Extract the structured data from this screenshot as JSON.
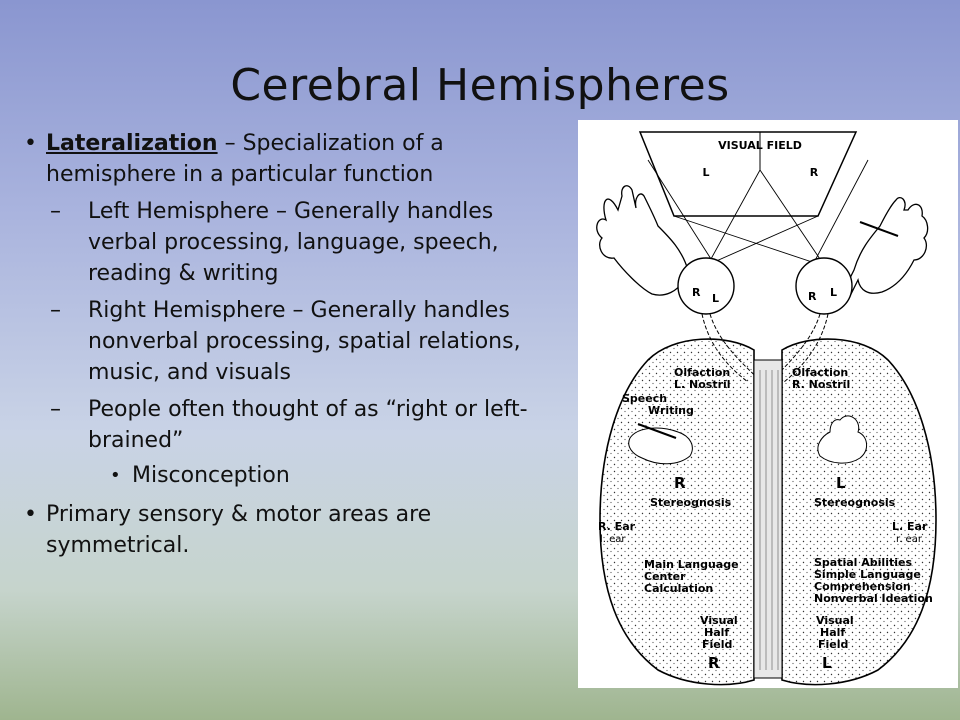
{
  "slide": {
    "title": "Cerebral Hemispheres",
    "bullets": {
      "b1_term": "Lateralization",
      "b1_rest": " – Specialization of a hemisphere in a particular function",
      "sub1": "Left Hemisphere – Generally handles verbal processing, language, speech, reading & writing",
      "sub2": "Right Hemisphere – Generally handles nonverbal processing, spatial relations, music, and visuals",
      "sub3": "People often thought of as “right or left-brained”",
      "subsub1": "Misconception",
      "b2": " Primary sensory & motor areas are symmetrical."
    },
    "dash": "–"
  },
  "figure": {
    "visual_field": "VISUAL FIELD",
    "vf_left": "L",
    "vf_right": "R",
    "eye_left_r": "R",
    "eye_left_l": "L",
    "eye_right_r": "R",
    "eye_right_l": "L",
    "olfaction_left": "Olfaction",
    "nostril_left": "L. Nostril",
    "olfaction_right": "Olfaction",
    "nostril_right": "R. Nostril",
    "speech": "Speech",
    "writing": "Writing",
    "big_r": "R",
    "big_l": "L",
    "stereo_left": "Stereognosis",
    "stereo_right": "Stereognosis",
    "ear_left_big": "R. Ear",
    "ear_left_small": "l. ear",
    "ear_right_big": "L. Ear",
    "ear_right_small": "r. ear",
    "lang1": "Main Language",
    "lang2": "Center",
    "lang3": "Calculation",
    "spat1": "Spatial Abilities",
    "spat2": "Simple Language",
    "spat3": "Comprehension",
    "spat4": "Nonverbal Ideation",
    "vis_l1": "Visual",
    "vis_l2": "Half",
    "vis_l3": "Field",
    "vis_r1": "Visual",
    "vis_r2": "Half",
    "vis_r3": "Field",
    "bottom_r": "R",
    "bottom_l": "L"
  }
}
